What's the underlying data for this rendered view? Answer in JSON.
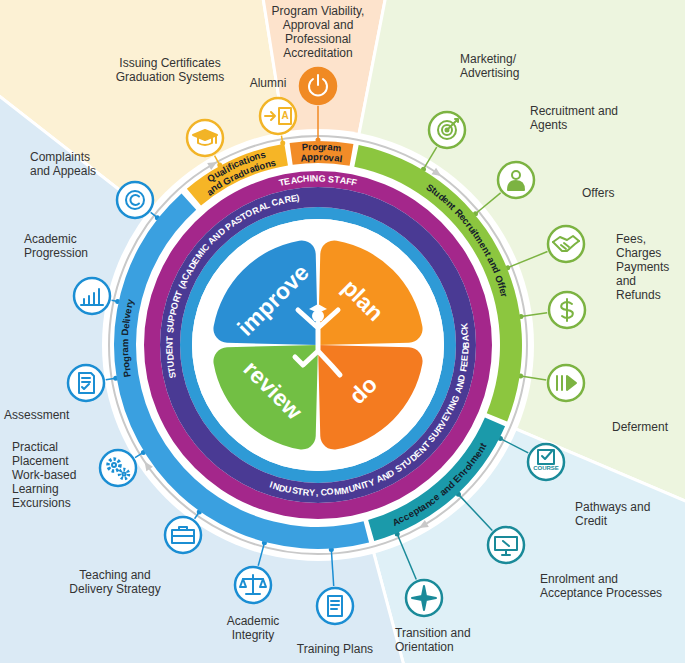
{
  "diagram": {
    "nodes": [
      {
        "text": [
          "Program Viability, Approval and Professional Accreditation"
        ]
      },
      {
        "text": [
          "Marketing/ Advertising"
        ]
      },
      {
        "text": [
          "Recruitment and Agents"
        ]
      },
      {
        "text": [
          "Offers"
        ]
      },
      {
        "text": [
          "Fees, Charges Payments and Refunds"
        ]
      },
      {
        "text": [
          "Deferment"
        ]
      },
      {
        "text": [
          "Pathways and Credit",
          "COURSE"
        ]
      },
      {
        "text": [
          "Enrolment and Acceptance Processes"
        ]
      },
      {
        "text": [
          "Transition and Orientation"
        ]
      },
      {
        "text": [
          "Training Plans"
        ]
      },
      {
        "text": [
          "Academic Integrity"
        ]
      },
      {
        "text": [
          "Teaching and Delivery Strategy"
        ]
      },
      {
        "text": [
          "Practical Placement Work-based Learning Excursions"
        ]
      },
      {
        "text": [
          "Assessment"
        ]
      },
      {
        "text": [
          "Academic Progression"
        ]
      },
      {
        "text": [
          "Complaints and Appeals"
        ]
      },
      {
        "text": [
          "Issuing Certificates Graduation Systems"
        ]
      },
      {
        "text": [
          "Alumni",
          "A"
        ]
      },
      {
        "text": [
          "Program Approval"
        ]
      },
      {
        "text": [
          "Student Recruitment and Offer"
        ]
      },
      {
        "text": [
          "Acceptance and Enrolment"
        ]
      },
      {
        "text": [
          "Program Delivery"
        ]
      },
      {
        "text": [
          "Qualifications and Graduations"
        ]
      },
      {
        "text": [
          "TEACHING STAFF"
        ]
      },
      {
        "text": [
          "STUDENT SUPPORT (ACADEMIC AND PASTORAL CARE)",
          "INDUSTRY, COMMUNITY AND STUDENT SURVEYING AND FEEDBACK"
        ]
      },
      {
        "text": [
          "plan"
        ]
      },
      {
        "text": [
          "do"
        ]
      },
      {
        "text": [
          "review"
        ]
      },
      {
        "text": [
          "improve"
        ]
      }
    ],
    "edges": [
      {
        "from": 0,
        "to": 18,
        "arrow": "none"
      },
      {
        "from": 1,
        "to": 19,
        "arrow": "none"
      },
      {
        "from": 2,
        "to": 19,
        "arrow": "none"
      },
      {
        "from": 3,
        "to": 19,
        "arrow": "none"
      },
      {
        "from": 4,
        "to": 19,
        "arrow": "none"
      },
      {
        "from": 5,
        "to": 19,
        "arrow": "none"
      },
      {
        "from": 6,
        "to": 20,
        "arrow": "none"
      },
      {
        "from": 7,
        "to": 20,
        "arrow": "none"
      },
      {
        "from": 8,
        "to": 20,
        "arrow": "none"
      },
      {
        "from": 9,
        "to": 21,
        "arrow": "none"
      },
      {
        "from": 10,
        "to": 21,
        "arrow": "none"
      },
      {
        "from": 11,
        "to": 21,
        "arrow": "none"
      },
      {
        "from": 12,
        "to": 21,
        "arrow": "none"
      },
      {
        "from": 13,
        "to": 21,
        "arrow": "none"
      },
      {
        "from": 14,
        "to": 21,
        "arrow": "none"
      },
      {
        "from": 15,
        "to": 21,
        "arrow": "none"
      },
      {
        "from": 16,
        "to": 22,
        "arrow": "none"
      },
      {
        "from": 17,
        "to": 22,
        "arrow": "none"
      }
    ]
  }
}
